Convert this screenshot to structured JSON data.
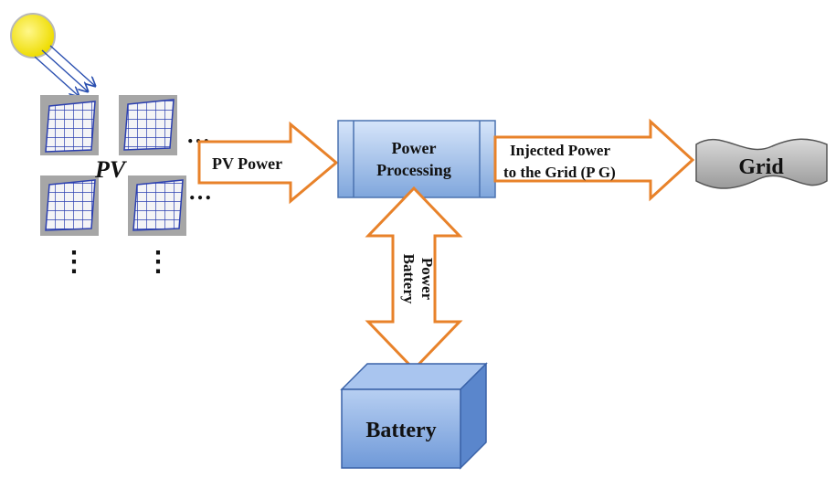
{
  "labels": {
    "pv": "PV",
    "pv_power": "PV Power",
    "power_processing_line1": "Power",
    "power_processing_line2": "Processing",
    "injected_line1": "Injected Power",
    "injected_line2": "to the Grid (P G)",
    "grid": "Grid",
    "battery_power_line1": "Battery",
    "battery_power_line2": "Power",
    "battery": "Battery",
    "ellipsis_h": "…",
    "ellipsis_v": "⋮"
  },
  "colors": {
    "arrow_outline": "#e8822a",
    "box_fill_light": "#c8dcf6",
    "box_fill_dark": "#7ea6de",
    "box_stroke": "#4a72b0",
    "grid_fill": "#b4b4b4",
    "sun_fill": "#f6e61a",
    "panel_frame": "#9a9a9a",
    "panel_cell": "#2b3fb0"
  }
}
